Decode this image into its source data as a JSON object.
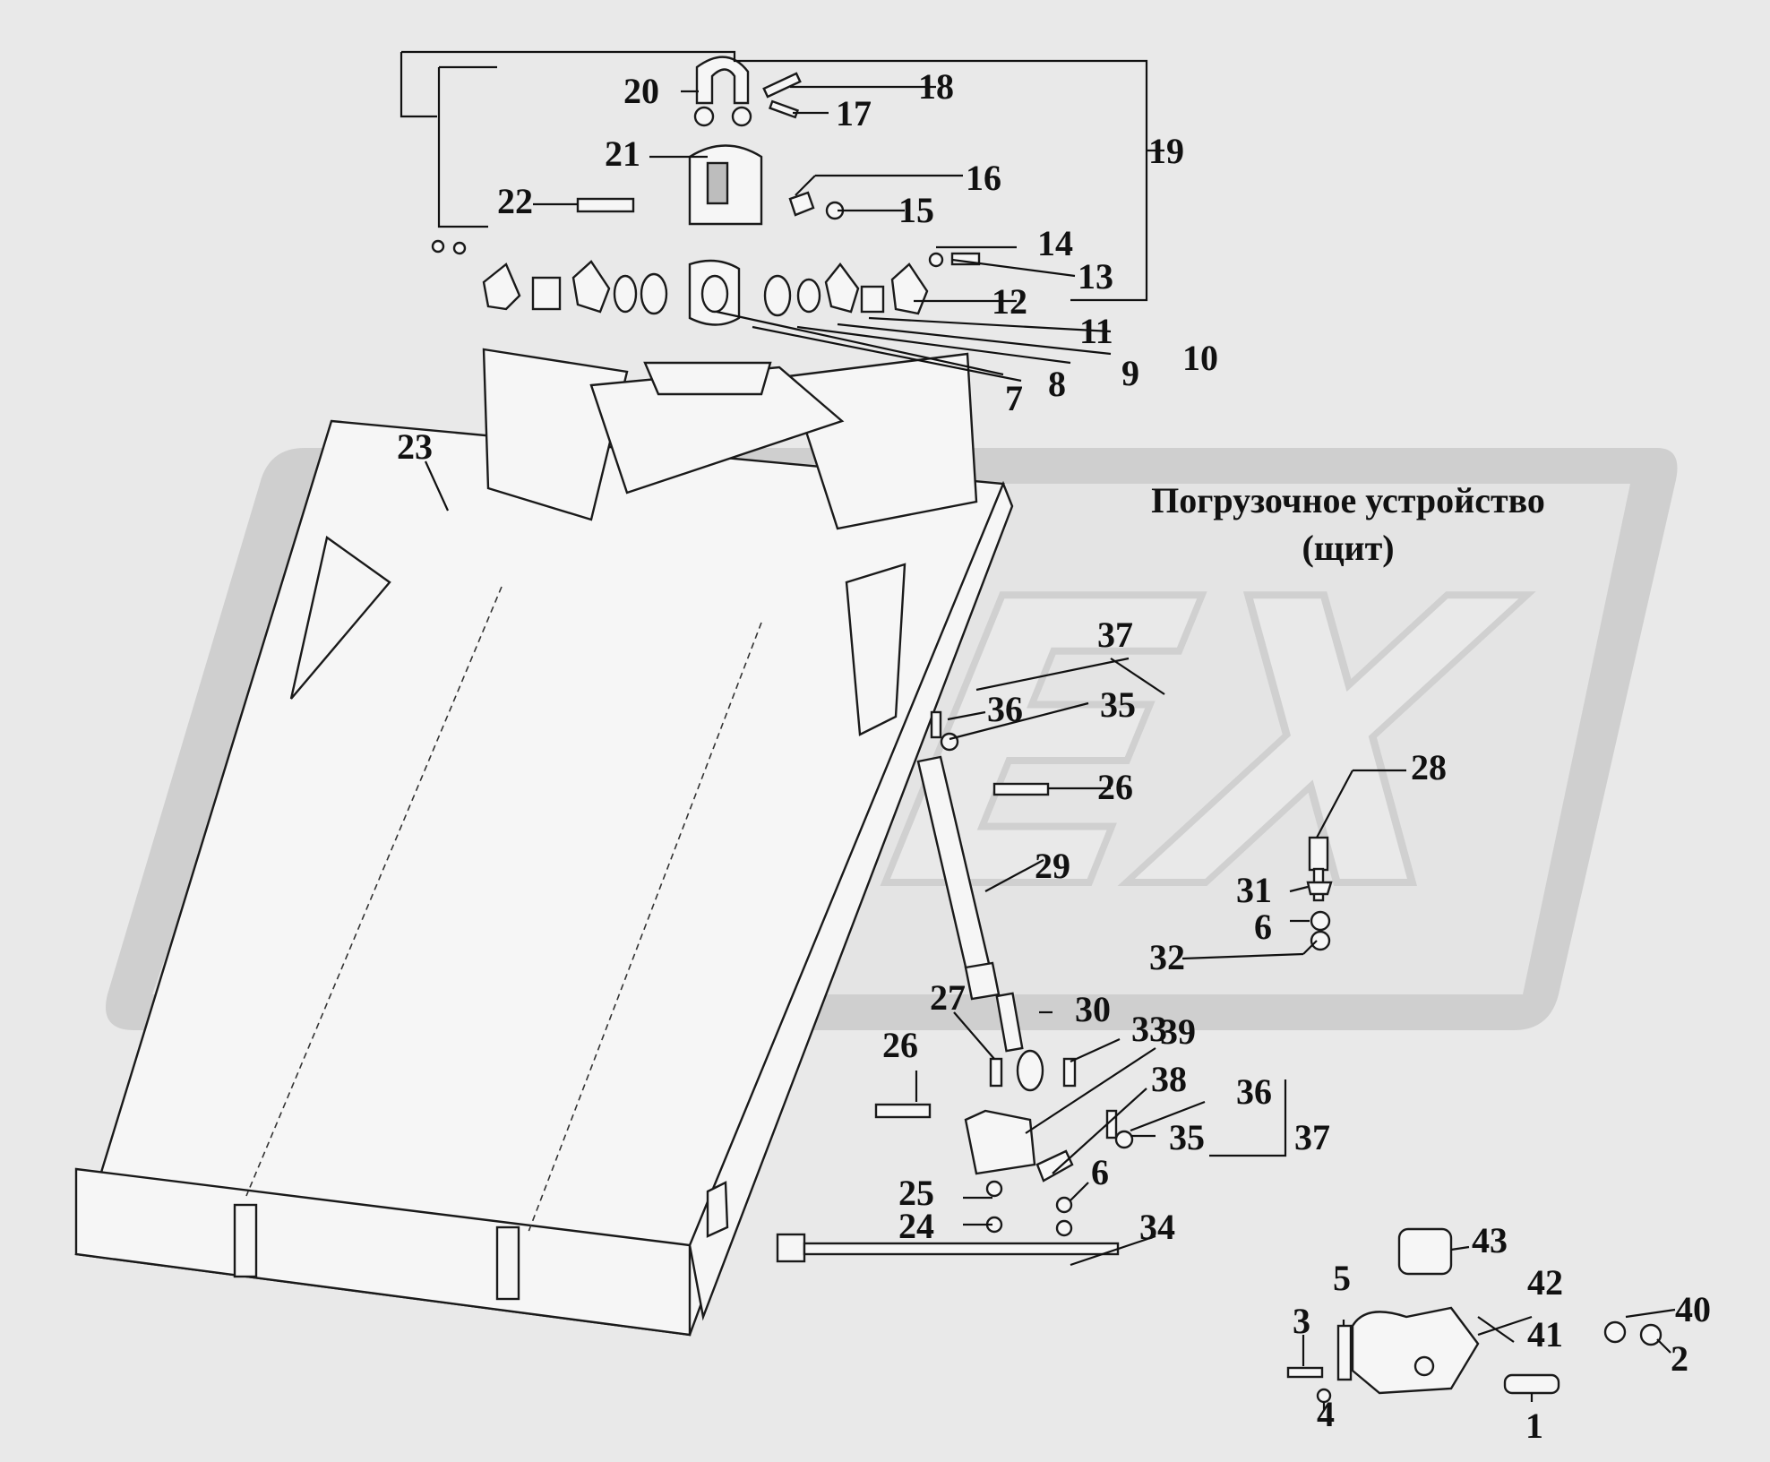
{
  "diagram": {
    "title_line1": "Погрузочное устройство",
    "title_line2": "(щит)",
    "watermark": "ОРЕХ",
    "callouts": [
      "1",
      "2",
      "3",
      "4",
      "5",
      "6",
      "7",
      "8",
      "9",
      "10",
      "11",
      "12",
      "13",
      "14",
      "15",
      "16",
      "17",
      "18",
      "19",
      "20",
      "21",
      "22",
      "23",
      "24",
      "25",
      "26",
      "27",
      "28",
      "29",
      "30",
      "31",
      "32",
      "33",
      "34",
      "35",
      "36",
      "37",
      "38",
      "39",
      "40",
      "41",
      "42",
      "43"
    ]
  },
  "colors": {
    "background": "#e9e9e9",
    "watermark": "#c8c8c8",
    "ink": "#111111"
  }
}
